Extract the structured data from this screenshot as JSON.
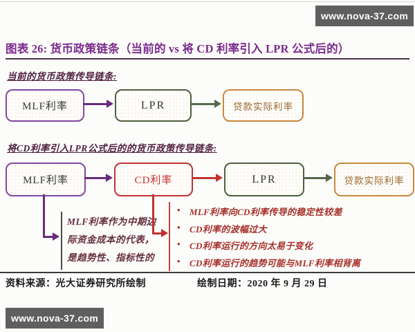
{
  "watermark": {
    "text": "www.nova-37.com"
  },
  "title": {
    "text": "图表 26: 货币政策链条（当前的 vs 将 CD 利率引入 LPR 公式后的）"
  },
  "bullet_char": "•",
  "section1": {
    "heading": "当前的货币政策传导链条:",
    "boxes": [
      {
        "label": "MLF利率"
      },
      {
        "label": "LPR"
      },
      {
        "label": "贷款实际利率"
      }
    ]
  },
  "section2": {
    "heading": "将CD利率引入LPR公式后的的货币政策传导链条:",
    "boxes": [
      {
        "label": "MLF利率"
      },
      {
        "label": "CD利率"
      },
      {
        "label": "LPR"
      },
      {
        "label": "贷款实际利率"
      }
    ],
    "mlf_note_lines": [
      "MLF利率作为中期边",
      "际资金成本的代表，",
      "是趋势性、指标性的"
    ],
    "cd_bullets": [
      "MLF利率向CD利率传导的稳定性较差",
      "CD利率的波幅过大",
      "CD利率运行的方向太易于变化",
      "CD利率运行的趋势可能与MLF利率相背离"
    ]
  },
  "footer": {
    "source": "资料来源：光大证券研究所绘制",
    "date": "绘制日期：2020 年 9 月 29 日"
  },
  "colors": {
    "title_purple": "#7b2b8d",
    "heading_plum": "#4e1f3e",
    "chain_purple": "#682b7e",
    "chain_green": "#55684a",
    "chain_red": "#be332f",
    "chain_orange": "#c8873c",
    "note_maroon": "#652e3f",
    "bullet_red": "#a6302a",
    "watermark_gray": "#5f5f5f"
  }
}
